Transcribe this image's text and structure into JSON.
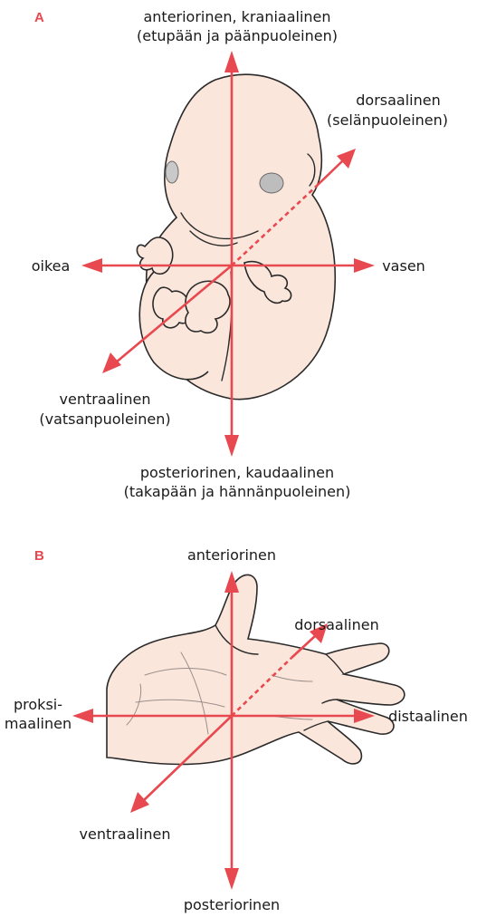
{
  "panel_a": {
    "letter": "A",
    "anterior_line1": "anteriorinen, kraniaalinen",
    "anterior_line2": "(etupään ja päänpuoleinen)",
    "dorsal_line1": "dorsaalinen",
    "dorsal_line2": "(selänpuoleinen)",
    "right": "oikea",
    "left": "vasen",
    "ventral_line1": "ventraalinen",
    "ventral_line2": "(vatsanpuoleinen)",
    "posterior_line1": "posteriorinen, kaudaalinen",
    "posterior_line2": "(takapään ja hännänpuoleinen)"
  },
  "panel_b": {
    "letter": "B",
    "anterior": "anteriorinen",
    "dorsal": "dorsaalinen",
    "proximal_line1": "proksi-",
    "proximal_line2": "maalinen",
    "distal": "distaalinen",
    "ventral": "ventraalinen",
    "posterior": "posteriorinen"
  },
  "colors": {
    "arrow": "#e8484f",
    "embryo_skin": "#fbe6dc",
    "hand_skin": "#fbe6dc"
  }
}
